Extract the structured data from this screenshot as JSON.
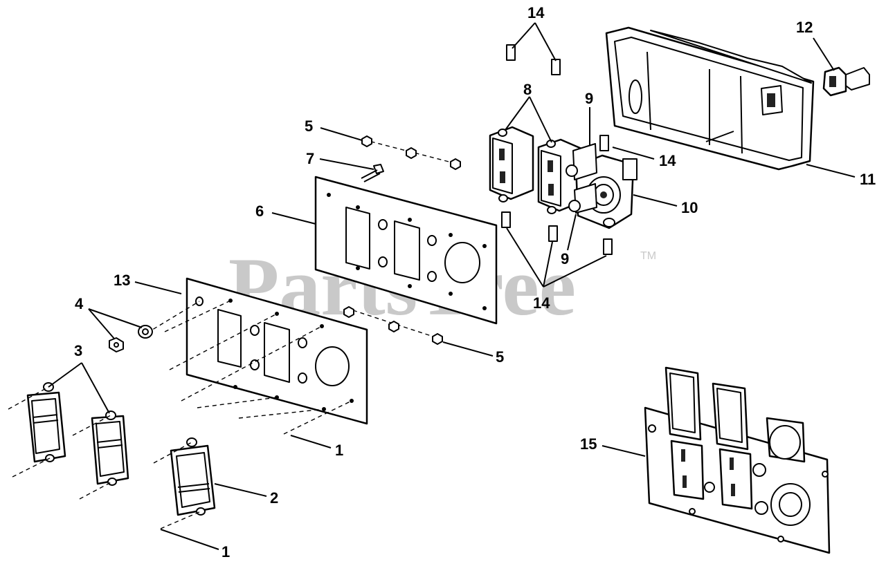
{
  "watermark": {
    "text": "PartsTree",
    "trademark": "TM"
  },
  "callouts": {
    "c1a": "1",
    "c1b": "1",
    "c2": "2",
    "c3": "3",
    "c4": "4",
    "c5a": "5",
    "c5b": "5",
    "c6": "6",
    "c7": "7",
    "c8": "8",
    "c9a": "9",
    "c9b": "9",
    "c10": "10",
    "c11": "11",
    "c12": "12",
    "c13": "13",
    "c14a": "14",
    "c14b": "14",
    "c14c": "14",
    "c15": "15"
  }
}
